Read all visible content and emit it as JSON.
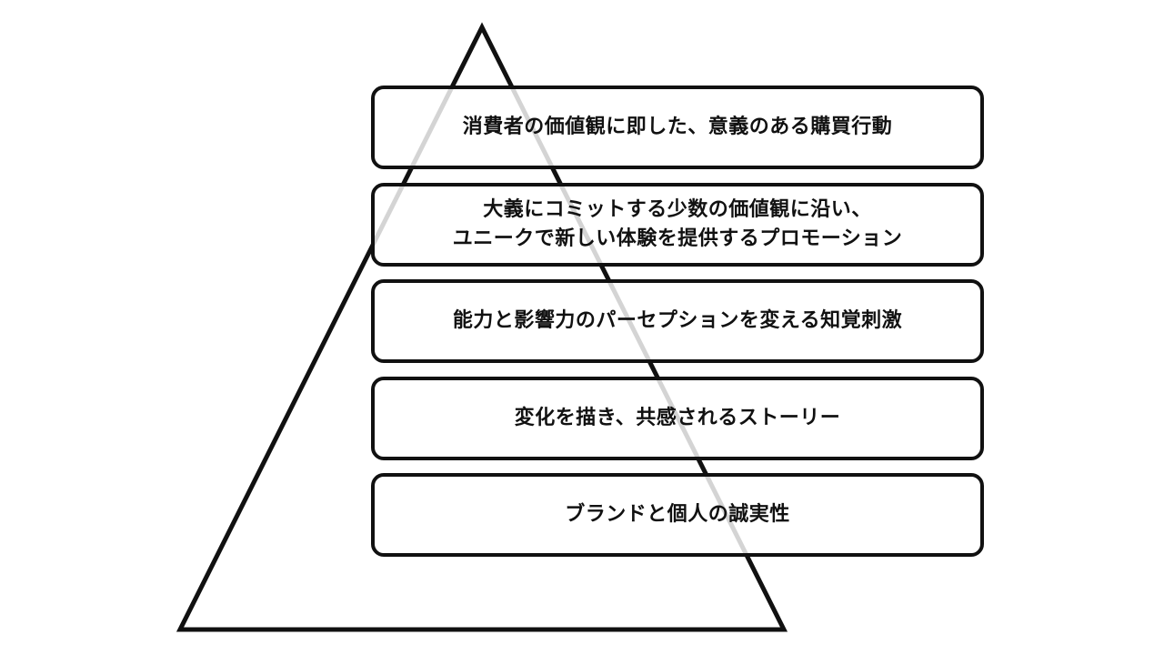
{
  "diagram": {
    "layers": [
      {
        "label": "消費者の価値観に即した、意義のある購買行動"
      },
      {
        "label": "大義にコミットする少数の価値観に沿い、\nユニークで新しい体験を提供するプロモーション"
      },
      {
        "label": "能力と影響力のパーセプションを変える知覚刺激"
      },
      {
        "label": "変化を描き、共感されるストーリー"
      },
      {
        "label": "ブランドと個人の誠実性"
      }
    ],
    "colors": {
      "stroke": "#111111",
      "background": "#ffffff"
    }
  }
}
